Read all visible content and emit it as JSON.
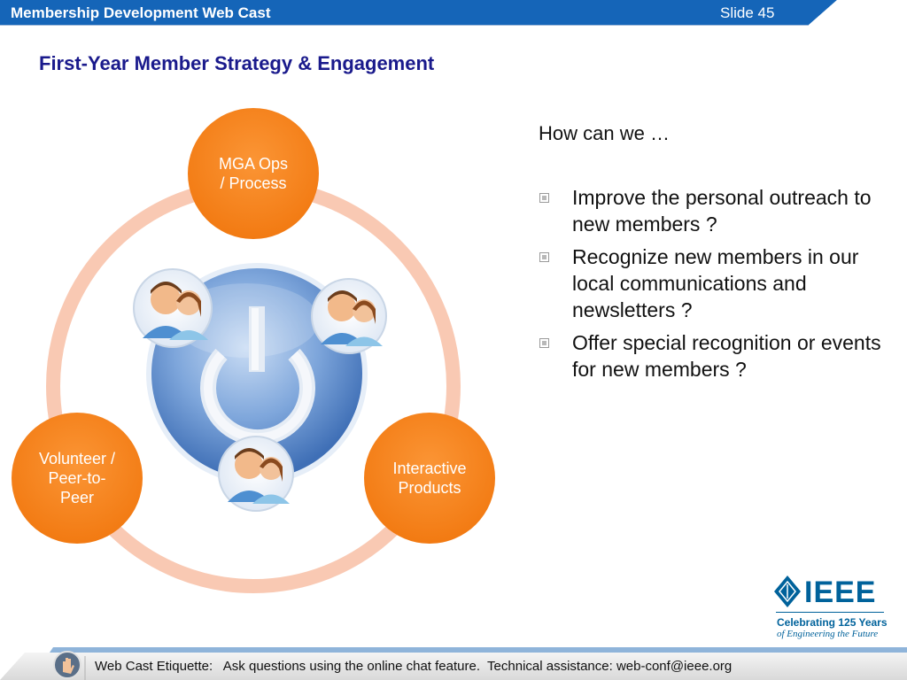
{
  "header": {
    "title": "Membership Development Web Cast",
    "slide_label": "Slide 45"
  },
  "page_title": "First-Year Member Strategy & Engagement",
  "diagram": {
    "nodes": [
      {
        "lines": [
          "MGA Ops",
          "/ Process"
        ]
      },
      {
        "lines": [
          "Interactive",
          "Products"
        ]
      },
      {
        "lines": [
          "Volunteer /",
          "Peer-to-",
          "Peer"
        ]
      }
    ],
    "icons": [
      "power-icon",
      "people-icon"
    ]
  },
  "content": {
    "heading": "How can we …",
    "bullets": [
      "Improve the personal outreach to new members ?",
      "Recognize new members in our local communications and newsletters ?",
      "Offer special recognition or events for new members ?"
    ]
  },
  "logo": {
    "name": "IEEE",
    "tagline_1": "Celebrating 125 Years",
    "tagline_2": "of Engineering the Future"
  },
  "footer": {
    "text": "Web Cast Etiquette:   Ask questions using the online chat feature.  Technical assistance: web-conf@ieee.org"
  },
  "colors": {
    "header_blue": "#1565b8",
    "title_navy": "#1a1a8c",
    "node_orange": "#f7821e",
    "ring_peach": "#f9c9b3",
    "center_blue": "#6e99d3",
    "ieee_blue": "#00629b"
  }
}
